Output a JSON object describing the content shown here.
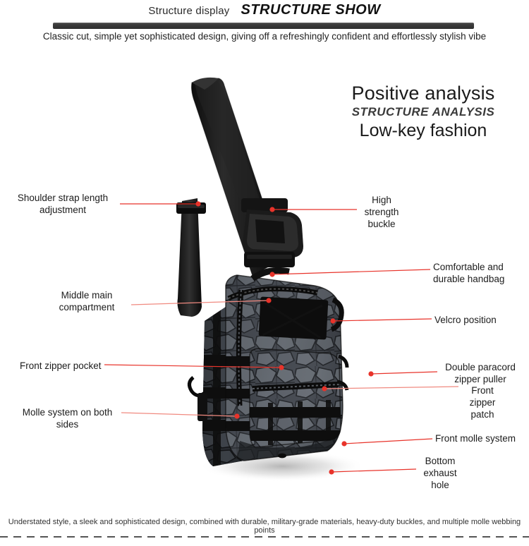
{
  "header": {
    "subtitle": "Structure display",
    "title": "STRUCTURE SHOW",
    "tagline": "Classic cut, simple yet sophisticated design, giving off a refreshingly confident and effortlessly stylish vibe",
    "bar_color": "#3a3a3a"
  },
  "analysis": {
    "line1": "Positive analysis",
    "line2": "STRUCTURE ANALYSIS",
    "line3": "Low-key fashion"
  },
  "accent": {
    "leader_color": "#e8332a",
    "leader_color_soft": "#f08a80"
  },
  "callouts": {
    "left": [
      {
        "id": "shoulder-strap-length-adjustment",
        "text": "Shoulder strap length\nadjustment"
      },
      {
        "id": "middle-main-compartment",
        "text": "Middle main\ncompartment"
      },
      {
        "id": "front-zipper-pocket",
        "text": "Front zipper pocket"
      },
      {
        "id": "molle-system-on-both-sides",
        "text": "Molle system on both\nsides"
      }
    ],
    "right": [
      {
        "id": "high-strength-buckle",
        "text": "High\nstrength\nbuckle"
      },
      {
        "id": "comfortable-and-durable-handbag",
        "text": "Comfortable and\ndurable handbag"
      },
      {
        "id": "velcro-position",
        "text": "Velcro position"
      },
      {
        "id": "double-paracord-zipper-puller",
        "text": "Double paracord\nzipper puller"
      },
      {
        "id": "front-zipper-patch",
        "text": "Front\nzipper\npatch"
      },
      {
        "id": "front-molle-system",
        "text": "Front molle system"
      },
      {
        "id": "bottom-exhaust-hole",
        "text": "Bottom\nexhaust\nhole"
      }
    ]
  },
  "product": {
    "name": "tactical-sling-chest-bag",
    "colors": {
      "strap_black": "#1a1a1a",
      "strap_black_light": "#2e2e2e",
      "camo_base": "#3b3d42",
      "camo_mid": "#565a60",
      "camo_light": "#878c92",
      "camo_dark": "#212327",
      "webbing": "#131313",
      "shadow": "#c9c9c9"
    }
  },
  "footer": {
    "text": "Understated style, a sleek and sophisticated design, combined with durable, military-grade materials, heavy-duty buckles, and multiple molle webbing points"
  }
}
